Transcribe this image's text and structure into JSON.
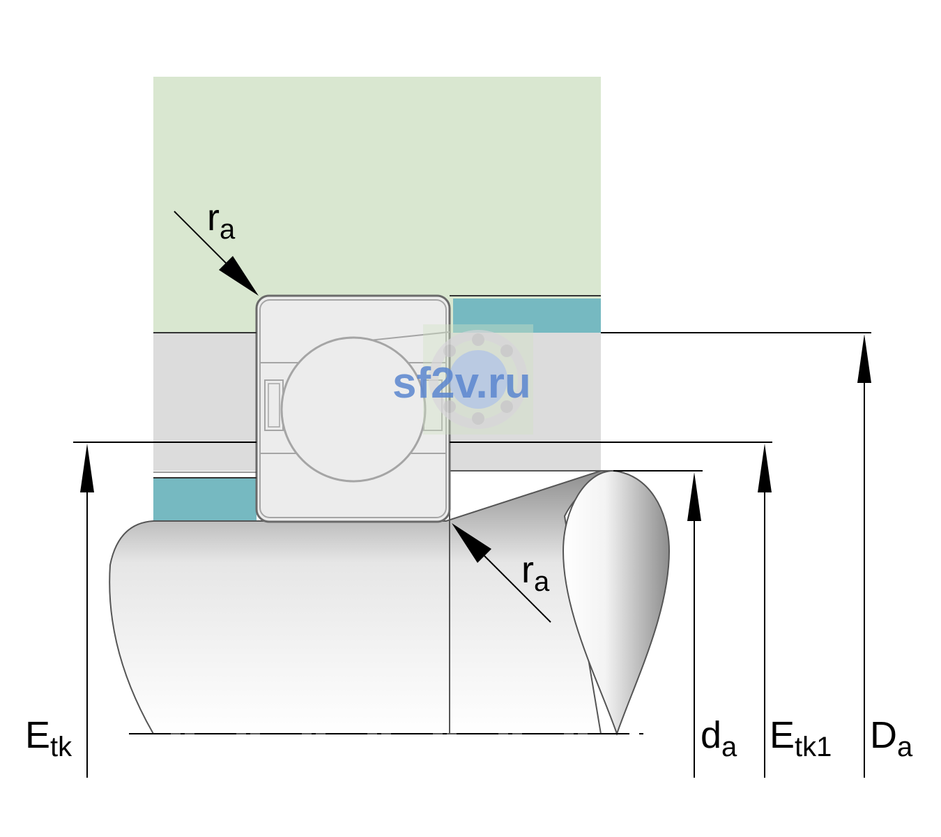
{
  "labels": {
    "ra_top": {
      "main": "r",
      "sub": "a"
    },
    "ra_bottom": {
      "main": "r",
      "sub": "a"
    },
    "etk": {
      "main": "E",
      "sub": "tk"
    },
    "da_small": {
      "main": "d",
      "sub": "a"
    },
    "etk1": {
      "main": "E",
      "sub": "tk1"
    },
    "da_large": {
      "main": "D",
      "sub": "a"
    }
  },
  "watermark": {
    "text": "sf2v.ru"
  },
  "colors": {
    "housing": "#d9e7d0",
    "seal": "#76b9c1",
    "bearing_fill": "#ececec",
    "bearing_outline": "#9a9a9a",
    "gap": "#dcdcdc",
    "line": "#000000",
    "watermark": "#5b86cf"
  }
}
